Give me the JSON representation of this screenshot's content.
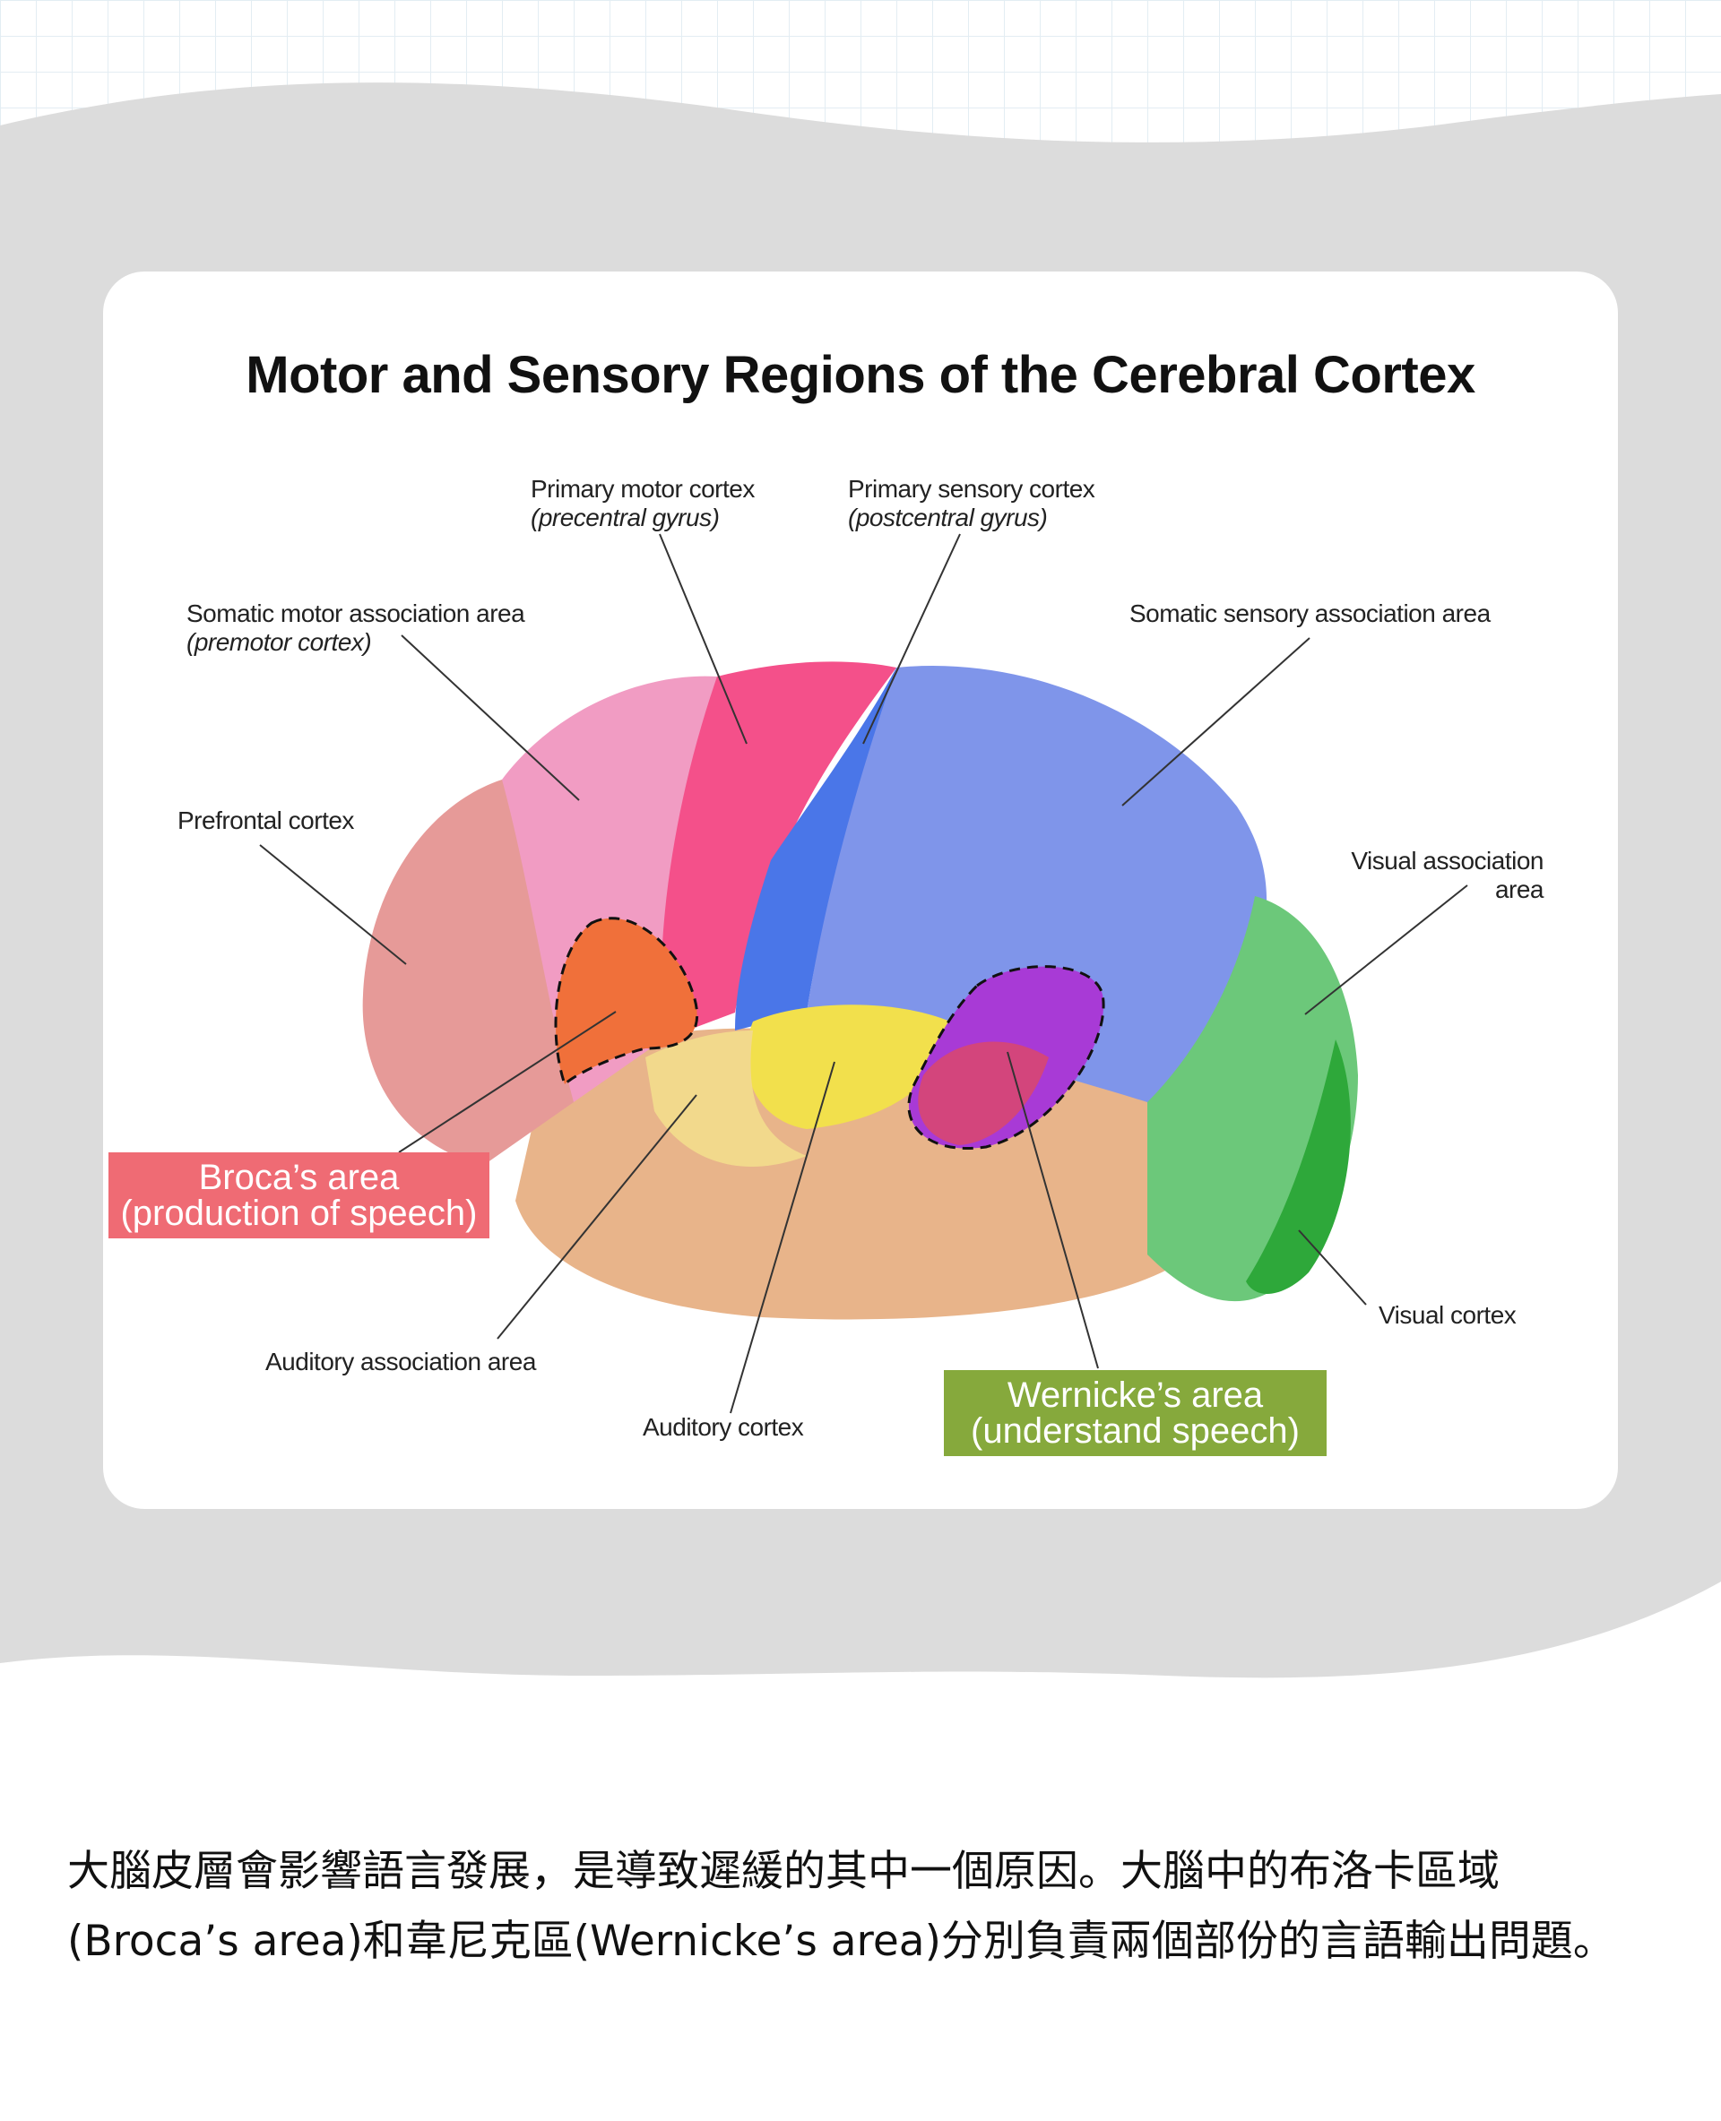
{
  "diagram": {
    "title": "Motor and Sensory Regions of the Cerebral Cortex",
    "labels": {
      "primary_motor": "Primary motor cortex",
      "primary_motor_sub": "(precentral gyrus)",
      "primary_sensory": "Primary sensory cortex",
      "primary_sensory_sub": "(postcentral gyrus)",
      "somatic_motor": "Somatic motor association area",
      "somatic_motor_sub": "(premotor cortex)",
      "somatic_sensory": "Somatic sensory association area",
      "prefrontal": "Prefrontal cortex",
      "visual_assoc": "Visual association",
      "visual_assoc_2": "area",
      "visual_cortex": "Visual cortex",
      "auditory_assoc": "Auditory association area",
      "auditory_cortex": "Auditory cortex"
    },
    "broca": {
      "line1": "Broca’s area",
      "line2": "(production of speech)",
      "color": "#ef6b74"
    },
    "wernicke": {
      "line1": "Wernicke’s area",
      "line2": "(understand speech)",
      "color": "#86a93c"
    }
  },
  "paragraph": {
    "line1": "大腦皮層會影響語言發展，是導致遲緩的其中一個原因。大腦中的布洛卡區域",
    "line2": "(Broca’s area)和韋尼克區(Wernicke’s area)分別負責兩個部份的言語輸出問題。"
  }
}
